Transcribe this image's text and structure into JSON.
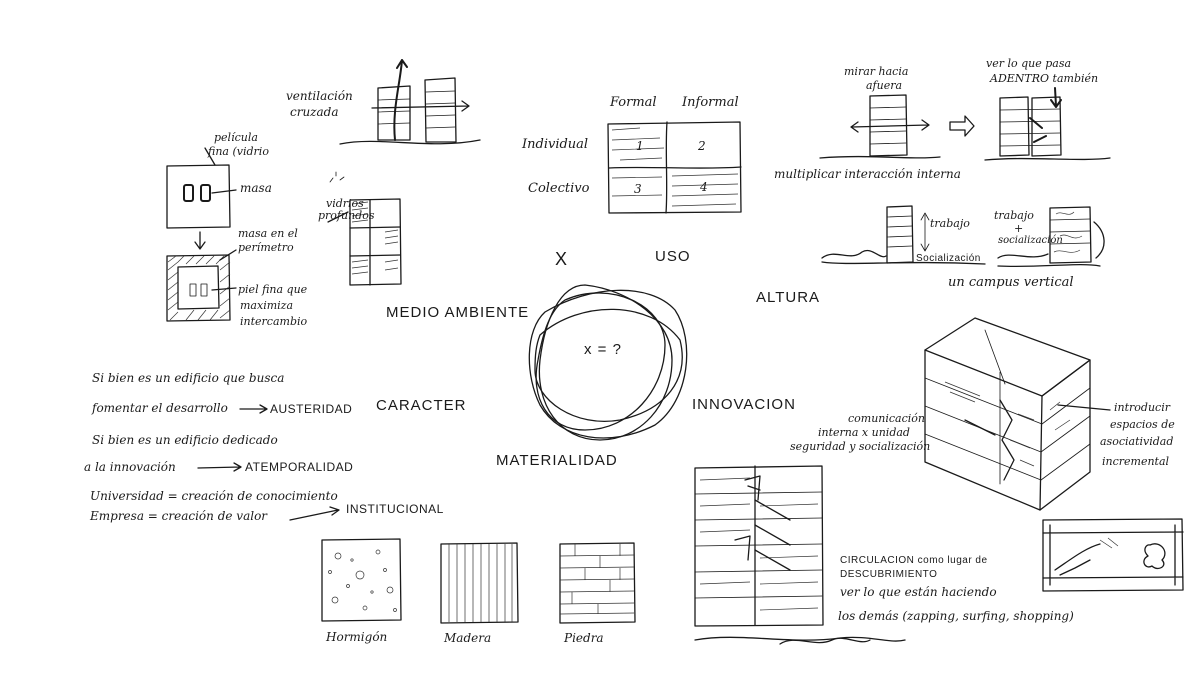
{
  "center": {
    "x": "X",
    "uso": "USO",
    "formula": "x = ?"
  },
  "concepts": {
    "medio_ambiente": "MEDIO AMBIENTE",
    "altura": "ALTURA",
    "caracter": "CARACTER",
    "innovacion": "INNOVACION",
    "materialidad": "MATERIALIDAD"
  },
  "matrix": {
    "col_formal": "Formal",
    "col_informal": "Informal",
    "row_individual": "Individual",
    "row_colectivo": "Colectivo",
    "cells": [
      "1",
      "2",
      "3",
      "4"
    ]
  },
  "environment": {
    "ventilacion_1": "ventilación",
    "ventilacion_2": "cruzada",
    "pelicula_1": "película",
    "pelicula_2": "fina (vidrio",
    "masa": "masa",
    "masa_perimetro_1": "masa en el",
    "masa_perimetro_2": "perímetro",
    "piel_1": "piel fina que",
    "piel_2": "maximiza",
    "piel_3": "intercambio",
    "vidrios_1": "vidrios",
    "vidrios_2": "profundos"
  },
  "altura": {
    "mirar_1": "mirar hacia",
    "mirar_2": "afuera",
    "ver_1": "ver lo que pasa",
    "ver_2": "ADENTRO también",
    "multiplicar": "multiplicar interacción interna",
    "trabajo": "trabajo",
    "socializacion": "Socialización",
    "trabajo_soc_1": "trabajo",
    "trabajo_soc_2": "+",
    "trabajo_soc_3": "socialización",
    "campus": "un campus vertical"
  },
  "caracter": {
    "line1": "Si bien es un edificio que busca",
    "line2": "fomentar el desarrollo",
    "austeridad": "AUSTERIDAD",
    "line3": "Si bien es un edificio dedicado",
    "line4": "a la innovación",
    "atemporalidad": "ATEMPORALIDAD",
    "line5": "Universidad = creación de conocimiento",
    "line6": "Empresa   = creación de valor",
    "institucional": "INSTITUCIONAL"
  },
  "materials": {
    "hormigon": "Hormigón",
    "madera": "Madera",
    "piedra": "Piedra"
  },
  "innovacion": {
    "comunicacion_1": "comunicación",
    "comunicacion_2": "interna x unidad",
    "comunicacion_3": "seguridad y socialización",
    "introducir_1": "introducir",
    "introducir_2": "espacios de",
    "introducir_3": "asociatividad",
    "introducir_4": "incremental",
    "circulacion_1": "CIRCULACION como lugar de",
    "circulacion_2": "DESCUBRIMIENTO",
    "circulacion_3": "ver lo que están haciendo",
    "circulacion_4": "los demás (zapping, surfing, shopping)"
  }
}
